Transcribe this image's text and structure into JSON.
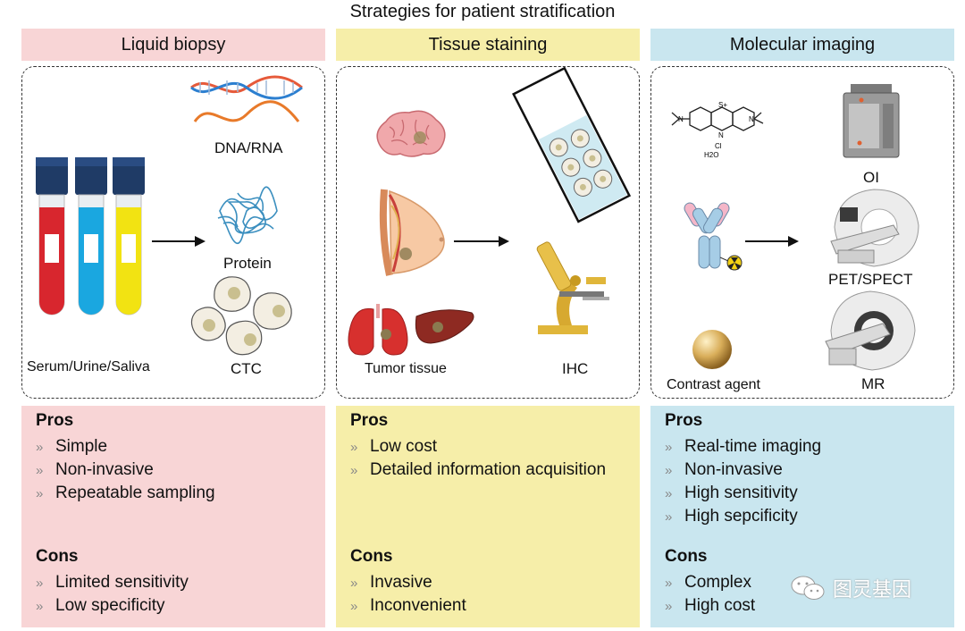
{
  "title": "Strategies for patient stratification",
  "columns": [
    {
      "header": "Liquid biopsy",
      "labels": {
        "dna": "DNA/RNA",
        "protein": "Protein",
        "ctc": "CTC",
        "fluids": "Serum/Urine/Saliva"
      },
      "pros_title": "Pros",
      "pros": [
        "Simple",
        "Non-invasive",
        "Repeatable sampling"
      ],
      "cons_title": "Cons",
      "cons": [
        "Limited sensitivity",
        "Low specificity"
      ]
    },
    {
      "header": "Tissue staining",
      "labels": {
        "tumor": "Tumor tissue",
        "ihc": "IHC"
      },
      "pros_title": "Pros",
      "pros": [
        "Low cost",
        "Detailed information acquisition"
      ],
      "cons_title": "Cons",
      "cons": [
        "Invasive",
        "Inconvenient"
      ]
    },
    {
      "header": "Molecular imaging",
      "labels": {
        "oi": "OI",
        "pet": "PET/SPECT",
        "contrast": "Contrast agent",
        "mr": "MR",
        "cl": "Cl",
        "h2o": "H2O",
        "splus": "S+",
        "n": "N"
      },
      "pros_title": "Pros",
      "pros": [
        "Real-time imaging",
        "Non-invasive",
        "High sensitivity",
        "High sepcificity"
      ],
      "cons_title": "Cons",
      "cons": [
        "Complex",
        "High cost"
      ]
    }
  ],
  "watermark": "图灵基因",
  "colors": {
    "pink": "#f8d5d6",
    "yellow": "#f6eea9",
    "blue": "#c9e6ef",
    "red_tube": "#d8262e",
    "blue_tube": "#1aa7e0",
    "yellow_tube": "#f2e312",
    "cap": "#1f3b66"
  }
}
